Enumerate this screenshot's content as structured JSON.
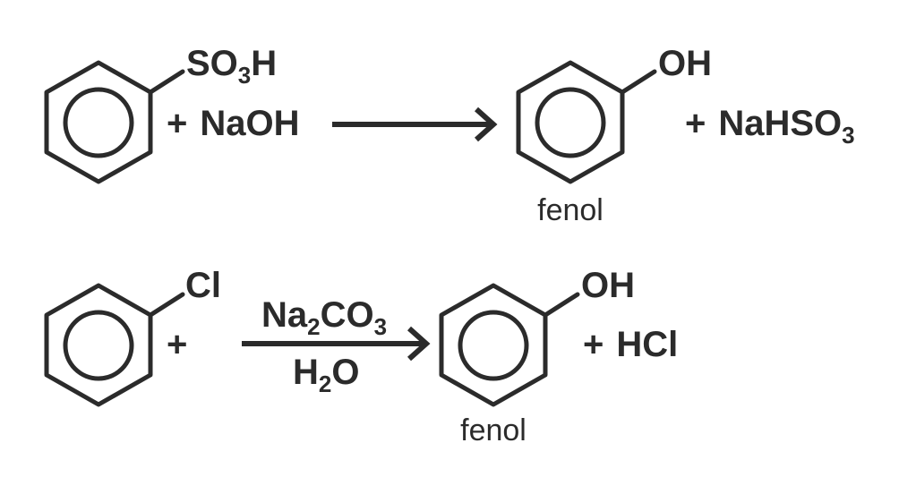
{
  "reactions": [
    {
      "reactant": {
        "substituent": {
          "base": "SO",
          "sub": "3",
          "tail": "H"
        }
      },
      "plus_reagent": {
        "symbol": "+",
        "text": "NaOH"
      },
      "product": {
        "substituent": "OH",
        "label": "fenol"
      },
      "byproduct": {
        "plus": "+",
        "base": "NaHSO",
        "sub": "3"
      }
    },
    {
      "reactant": {
        "substituent": "Cl",
        "plus": "+"
      },
      "conditions": {
        "above": {
          "a": "Na",
          "a_sub": "2",
          "b": "CO",
          "b_sub": "3"
        },
        "below": {
          "a": "H",
          "a_sub": "2",
          "b": "O"
        }
      },
      "product": {
        "substituent": "OH",
        "label": "fenol"
      },
      "byproduct": {
        "plus": "+",
        "text": "HCl"
      }
    }
  ]
}
